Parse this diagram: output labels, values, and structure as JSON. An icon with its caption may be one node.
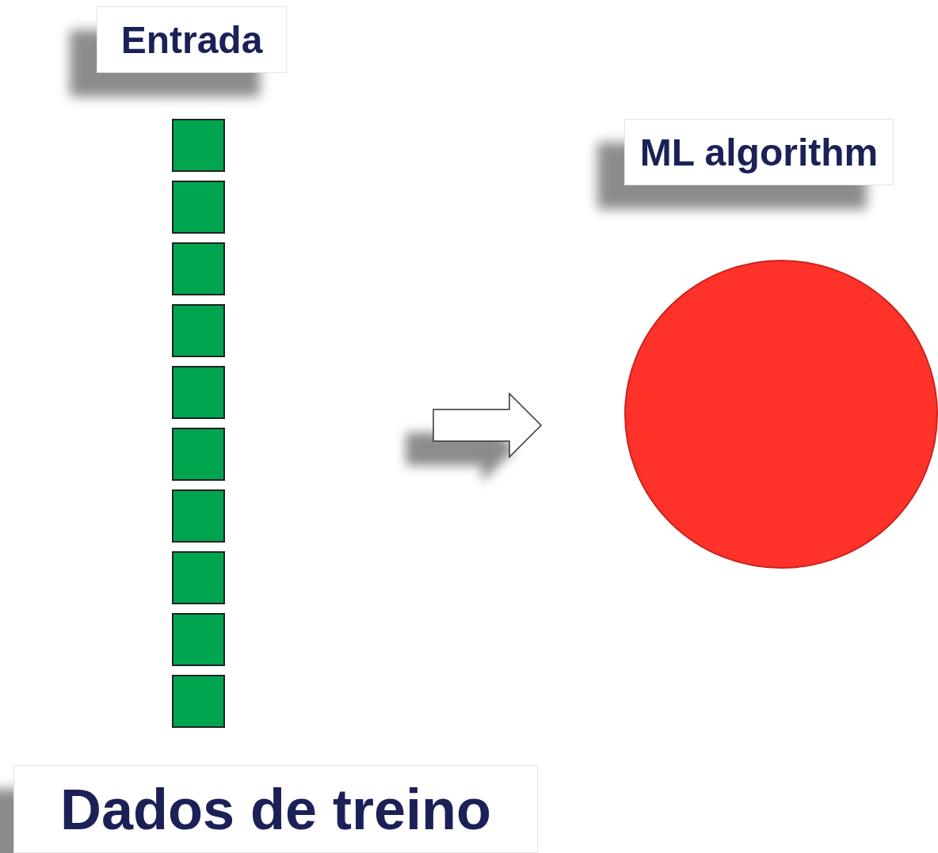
{
  "diagram": {
    "nodes": [
      {
        "text": [
          "Entrada"
        ]
      },
      {
        "text": [
          "ML algorithm"
        ]
      },
      {
        "text": [],
        "shape": "box"
      },
      {
        "text": [],
        "shape": "box"
      },
      {
        "text": [],
        "shape": "box"
      },
      {
        "text": [],
        "shape": "box"
      },
      {
        "text": [],
        "shape": "box"
      },
      {
        "text": [],
        "shape": "box"
      },
      {
        "text": [],
        "shape": "box"
      },
      {
        "text": [],
        "shape": "box"
      },
      {
        "text": [],
        "shape": "box"
      },
      {
        "text": [],
        "shape": "box"
      },
      {
        "text": [],
        "shape": "circle"
      },
      {
        "text": [
          "Dados de treino"
        ]
      }
    ]
  }
}
